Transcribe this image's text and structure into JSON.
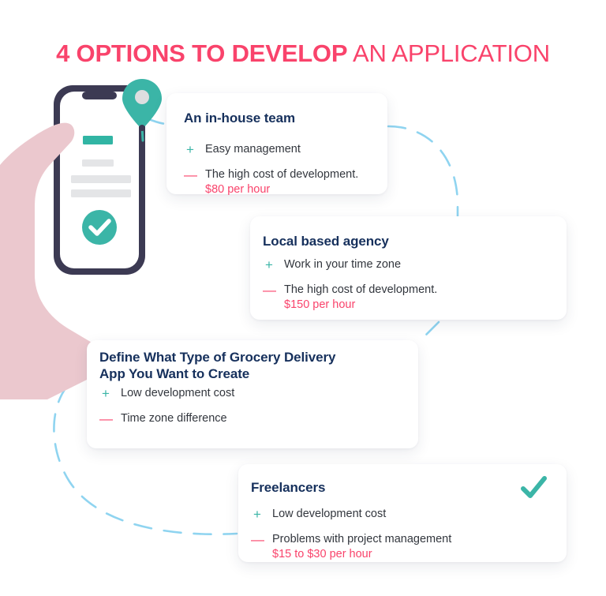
{
  "title": {
    "strong": "4 OPTIONS TO DEVELOP",
    "light": " AN APPLICATION",
    "color": "#F9436B"
  },
  "colors": {
    "accent_pink": "#F9436B",
    "teal": "#3BB5A7",
    "navy": "#16305C",
    "phone_frame": "#3C3A53",
    "hand": "#EBC8CE",
    "dashed_line": "#8FD4F0",
    "body_text": "#32363D",
    "placeholder_gray": "#E4E5E7"
  },
  "illustration": {
    "pin_icon": "map-pin-icon",
    "phone_icon": "smartphone-icon",
    "hand_icon": "hand-holding-icon",
    "screen_check_icon": "check-circle-icon"
  },
  "cards": [
    {
      "id": "in-house-team",
      "title": "An in-house team",
      "bullets": [
        {
          "type": "plus",
          "marker": "+",
          "text": "Easy management",
          "price": ""
        },
        {
          "type": "minus",
          "marker": "—",
          "text": "The high cost of development.",
          "price": "$80 per hour"
        }
      ],
      "has_check": false
    },
    {
      "id": "local-based-agency",
      "title": "Local based agency",
      "bullets": [
        {
          "type": "plus",
          "marker": "+",
          "text": "Work in your time zone",
          "price": ""
        },
        {
          "type": "minus",
          "marker": "—",
          "text": "The high cost of development.",
          "price": "$150 per hour"
        }
      ],
      "has_check": false
    },
    {
      "id": "define-app-type",
      "title": "Define What Type of Grocery Delivery App You Want to Create",
      "bullets": [
        {
          "type": "plus",
          "marker": "+",
          "text": "Low development cost",
          "price": ""
        },
        {
          "type": "minus",
          "marker": "—",
          "text": "Time zone difference",
          "price": ""
        }
      ],
      "has_check": false
    },
    {
      "id": "freelancers",
      "title": "Freelancers",
      "bullets": [
        {
          "type": "plus",
          "marker": "+",
          "text": "Low development cost",
          "price": ""
        },
        {
          "type": "minus",
          "marker": "—",
          "text": "Problems with project management",
          "price": "$15 to $30 per hour"
        }
      ],
      "has_check": true,
      "check_icon": "checkmark-icon"
    }
  ]
}
